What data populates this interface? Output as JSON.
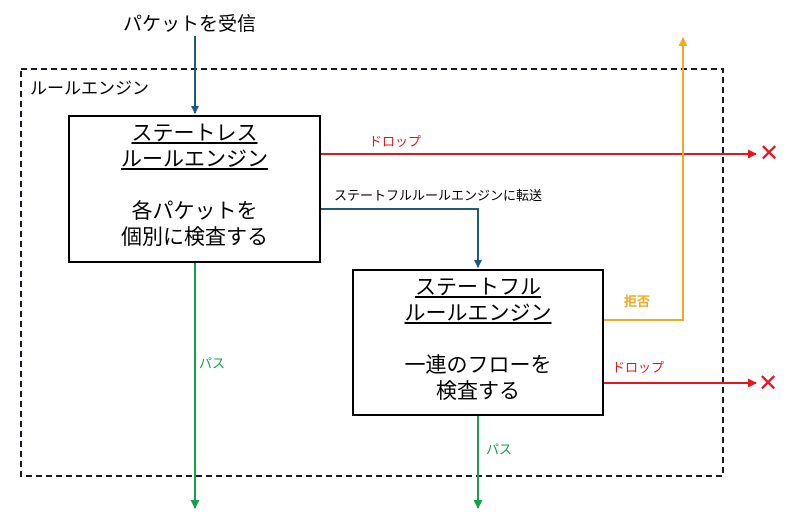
{
  "input_label": "パケットを受信",
  "container_label": "ルールエンジン",
  "stateless_box": {
    "title_line1": "ステートレス",
    "title_line2": "ルールエンジン",
    "desc_line1": "各パケットを",
    "desc_line2": "個別に検査する"
  },
  "stateful_box": {
    "title_line1": "ステートフル",
    "title_line2": "ルールエンジン",
    "desc_line1": "一連のフローを",
    "desc_line2": "検査する"
  },
  "edges": {
    "stateless_drop": "ドロップ",
    "forward_to_stateful": "ステートフルルールエンジンに転送",
    "stateless_pass": "パス",
    "stateful_reject": "拒否",
    "stateful_drop": "ドロップ",
    "stateful_pass": "パス"
  },
  "drop_mark": "✕",
  "colors": {
    "flow": "#1f5a78",
    "drop": "#e8141e",
    "reject": "#f5a623",
    "pass": "#13a34a"
  }
}
